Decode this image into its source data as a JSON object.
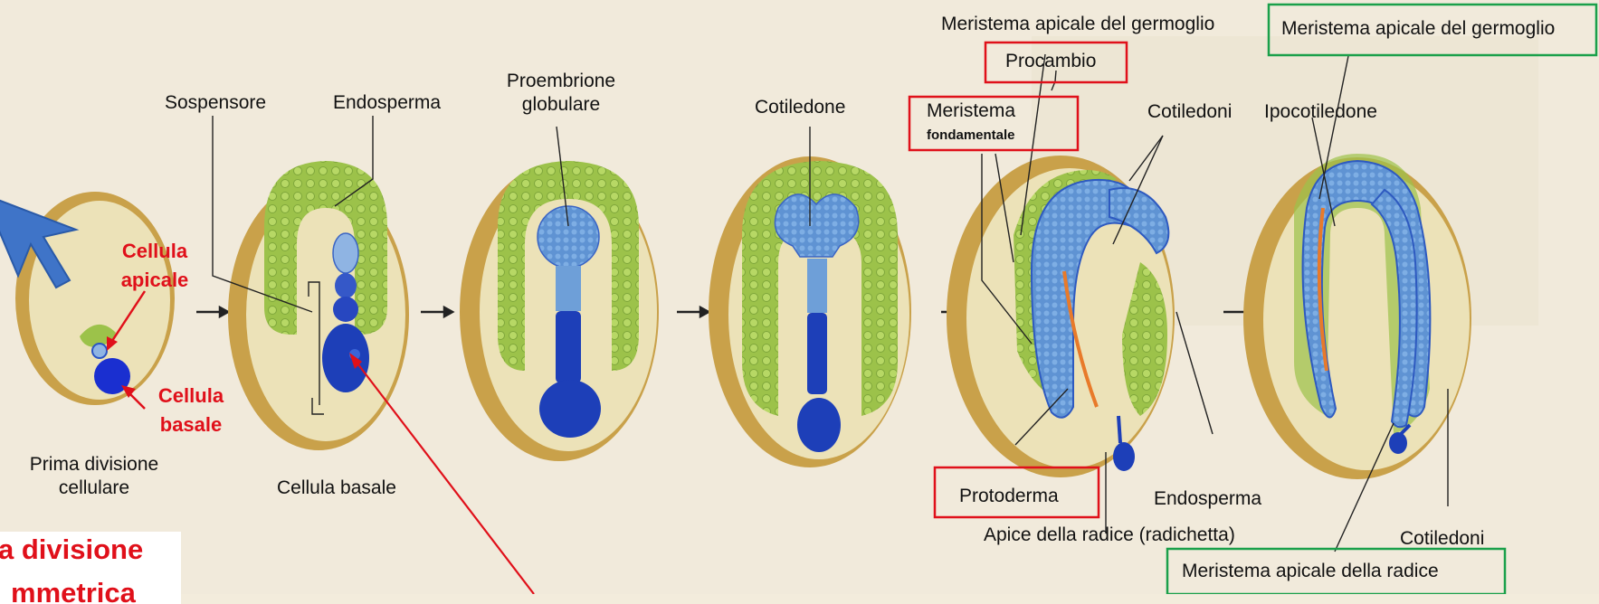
{
  "labels": {
    "sospensore": "Sospensore",
    "endosperma_1": "Endosperma",
    "proembrione_l1": "Proembrione",
    "proembrione_l2": "globulare",
    "cotiledone": "Cotiledone",
    "meristema_apicale_germoglio_1": "Meristema apicale del germoglio",
    "procambio": "Procambio",
    "meristema": "Meristema",
    "fondamentale": "fondamentale",
    "cotiledoni_1": "Cotiledoni",
    "ipocotiledone": "Ipocotiledone",
    "meristema_apicale_germoglio_2": "Meristema apicale del germoglio",
    "cellula_apicale_l1": "Cellula",
    "cellula_apicale_l2": "apicale",
    "cellula_basale_red_l1": "Cellula",
    "cellula_basale_red_l2": "basale",
    "prima_divisione_l1": "Prima divisione",
    "prima_divisione_l2": "cellulare",
    "cellula_basale": "Cellula basale",
    "protoderma": "Protoderma",
    "endosperma_2": "Endosperma",
    "apice_radice": "Apice della radice (radichetta)",
    "cotiledoni_2": "Cotiledoni",
    "meristema_apicale_radice": "Meristema apicale della radice",
    "callout_l1": "a divisione",
    "callout_l2": "mmetrica"
  },
  "colors": {
    "seed_coat": "#c9a14a",
    "seed_fill": "#ece2b8",
    "endosperm": "#9cc24a",
    "embryo_light": "#6e9fd8",
    "embryo_dark": "#1d3fb8",
    "procambium": "#e87a2a",
    "annotation_red": "#e0101a",
    "annotation_green": "#1aa04a",
    "pointer_arrow": "#3f74c8"
  }
}
